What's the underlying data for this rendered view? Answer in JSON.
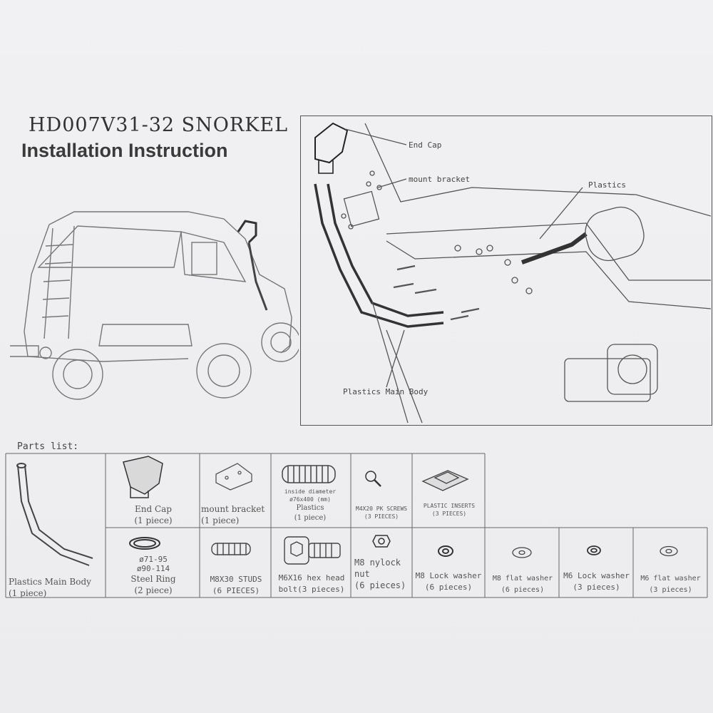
{
  "header": {
    "model": "HD007V31-32 SNORKEL",
    "title": "Installation Instruction"
  },
  "exploded_view": {
    "labels": {
      "end_cap": "End Cap",
      "mount_bracket": "mount bracket",
      "plastics": "Plastics",
      "main_body": "Plastics Main Body"
    }
  },
  "parts": {
    "title": "Parts list:",
    "main_body": {
      "name": "Plastics Main Body",
      "qty": "(1 piece)"
    },
    "end_cap": {
      "name": "End Cap",
      "qty": "(1 piece)"
    },
    "mount_bracket": {
      "name": "mount bracket",
      "qty": "(1 piece)"
    },
    "plastics": {
      "note": "inside diameter",
      "size": "ø76x400 (mm)",
      "name": "Plastics",
      "qty": "(1 piece)"
    },
    "screws": {
      "name": "M4X20 PK SCREWS",
      "qty": "(3 PIECES)"
    },
    "inserts": {
      "name": "PLASTIC INSERTS",
      "qty": "(3 PIECES)"
    },
    "steel_ring": {
      "size1": "ø71-95",
      "size2": "ø90-114",
      "name": "Steel Ring",
      "qty": "(2 piece)"
    },
    "studs": {
      "name": "M8X30 STUDS",
      "qty": "(6 PIECES)"
    },
    "hex_bolt": {
      "name": "M6X16 hex head",
      "qty": "bolt(3 pieces)"
    },
    "nylock": {
      "name": "M8 nylock",
      "name2": "nut",
      "qty": "(6 pieces)"
    },
    "m8_lock": {
      "name": "M8 Lock washer",
      "qty": "(6 pieces)"
    },
    "m8_flat": {
      "name": "M8 flat washer",
      "qty": "(6 pieces)"
    },
    "m6_lock": {
      "name": "M6 Lock washer",
      "qty": "(3 pieces)"
    },
    "m6_flat": {
      "name": "M6 flat washer",
      "qty": "(3 pieces)"
    }
  }
}
